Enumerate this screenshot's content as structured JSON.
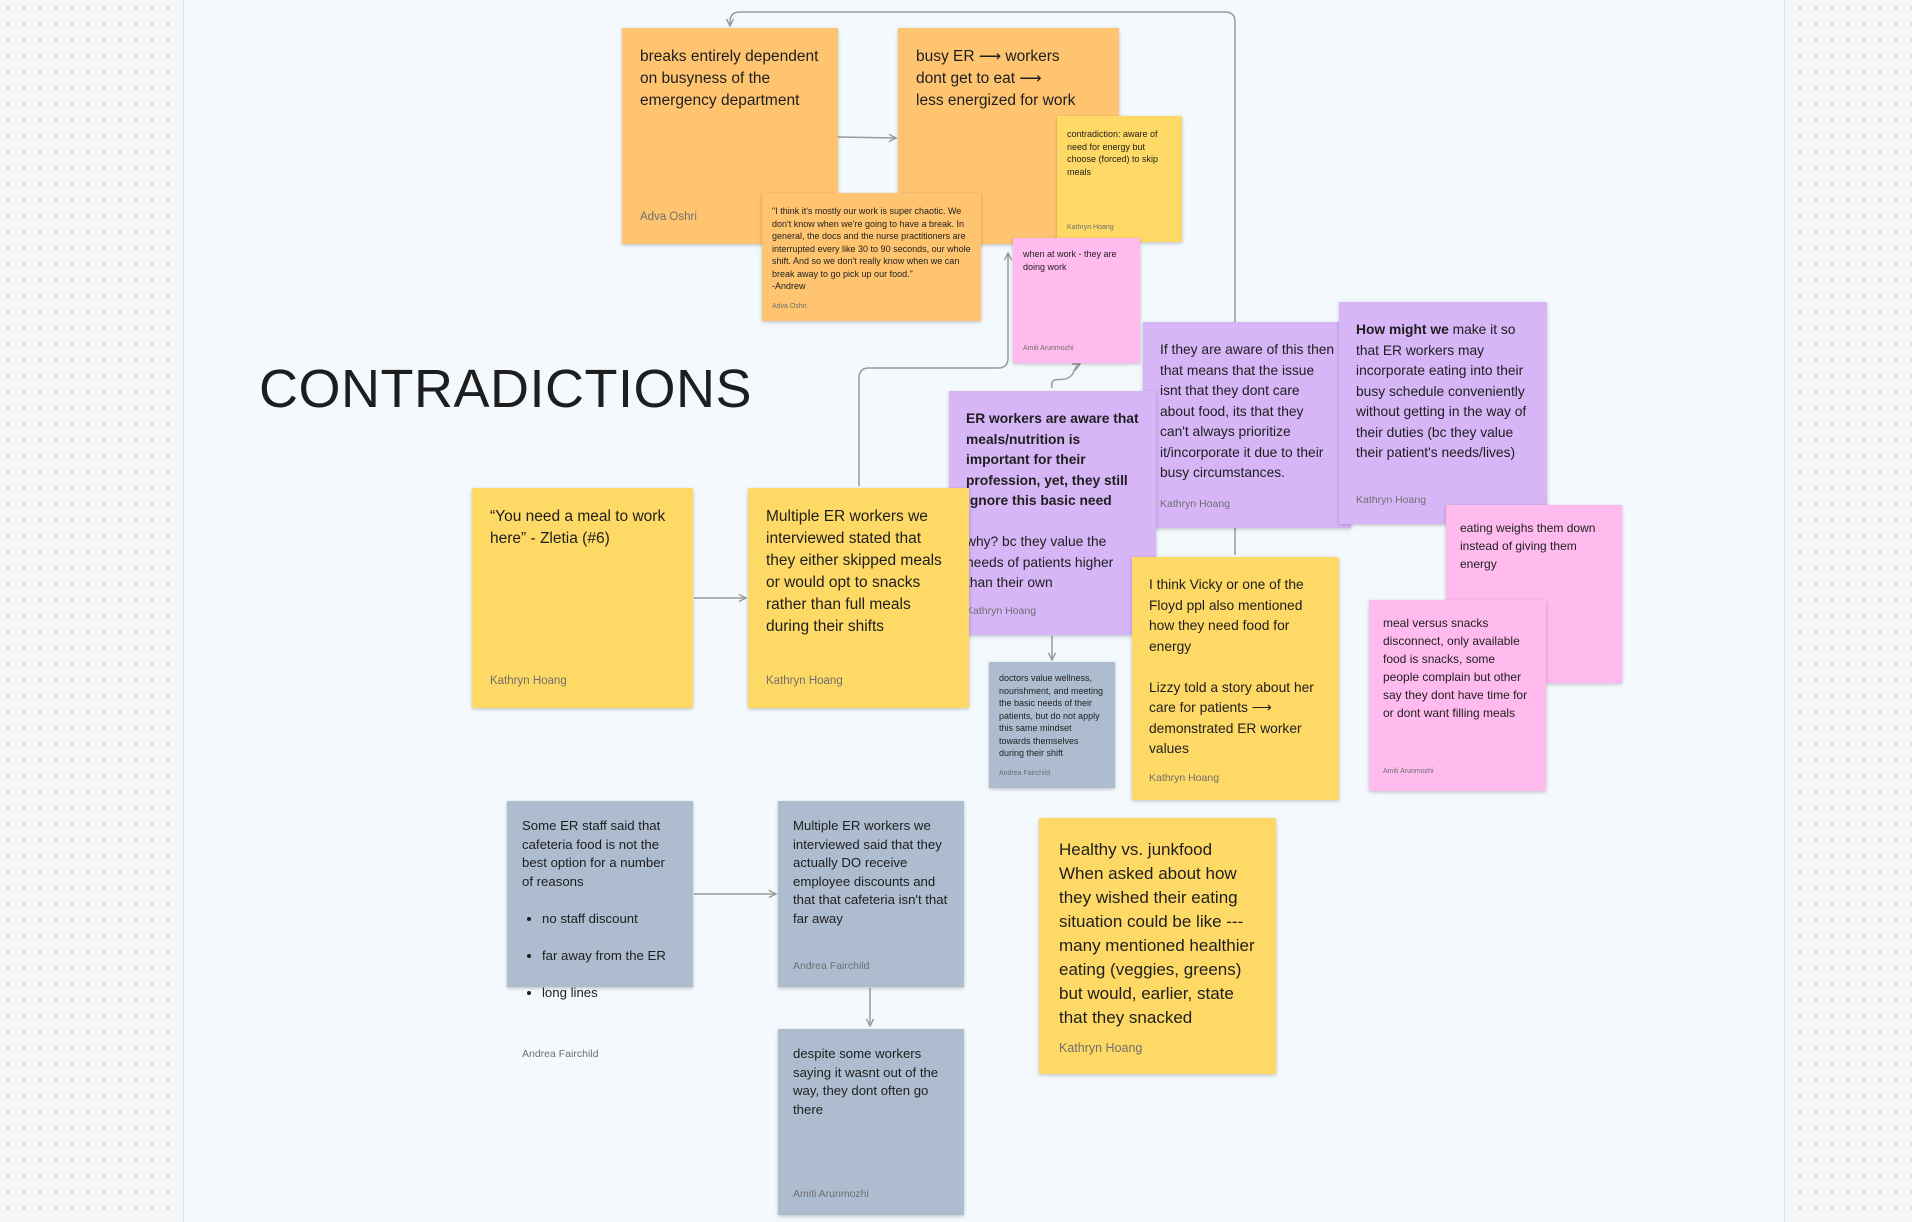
{
  "canvas": {
    "title": "CONTRADICTIONS"
  },
  "colors": {
    "orange": "#ffc470",
    "yellow": "#ffd966",
    "purple": "#d6b6f6",
    "pink": "#ffbbee",
    "grey": "#adbccf",
    "connector": "#9a9a9a"
  },
  "stickies": {
    "breaks": {
      "text": "breaks entirely dependent\non busyness of the\nemergency department",
      "author": "Adva Oshri"
    },
    "busy_er": {
      "text": "busy ER ⟶ workers\ndont get to eat ⟶\nless energized for work",
      "author": ""
    },
    "andrew_quote": {
      "text": "\"I think it's mostly our work is super chaotic. We don't know when we're going to have a break. In general, the docs and the nurse practitioners are interrupted every like 30 to 90 seconds, our whole shift. And so we don't really know when we can break away to go pick up our food.\"\n-Andrew",
      "author": "Adva Oshri"
    },
    "contradiction_aware": {
      "text": "contradiction: aware of need for energy but choose (forced) to skip meals",
      "author": "Kathryn Hoang"
    },
    "when_at_work": {
      "text": "when at work - they are doing work",
      "author": "Amiti Arunmozhi"
    },
    "if_aware": {
      "text": "If they are aware of this then that means that the issue isnt that they dont care about food, its that they can't always prioritize it/incorporate it due to their busy circumstances.",
      "author": "Kathryn Hoang"
    },
    "hmw": {
      "bold": "How might we",
      "text": " make it so that ER workers may incorporate eating into their busy schedule conveniently without getting in the way of their duties (bc they value their patient's needs/lives)",
      "author": "Kathryn Hoang"
    },
    "er_aware": {
      "bold": "ER workers are aware that meals/nutrition is important for their profession, yet, they still ignore this basic need",
      "text": "why? bc they value the needs of patients higher than their own",
      "author": "Kathryn Hoang"
    },
    "you_need_meal": {
      "text": "“You need a meal to work here” - Zletia (#6)",
      "author": "Kathryn Hoang"
    },
    "multiple_skipped": {
      "text": "Multiple ER workers we interviewed stated that they either skipped meals or would opt to snacks rather than full meals during their shifts",
      "author": "Kathryn Hoang"
    },
    "eating_weighs": {
      "text": "eating weighs them down instead of giving them energy",
      "author": ""
    },
    "vicky_floyd": {
      "text": "I think Vicky or one of the Floyd ppl also mentioned how they need food for energy\n\nLizzy told a story about her care for patients ⟶ demonstrated ER worker values",
      "author": "Kathryn Hoang"
    },
    "meal_vs_snacks": {
      "text": "meal versus snacks disconnect, only available food is snacks, some people complain but other say they dont have time for or dont want filling meals",
      "author": "Amiti Arunmozhi"
    },
    "doctors_value": {
      "text": "doctors value wellness, nourishment, and meeting the basic needs of their patients, but do not apply this same mindset towards themselves during their shift",
      "author": "Andrea Fairchild"
    },
    "cafeteria": {
      "text": "Some ER staff said that cafeteria food is not the best option for a number of reasons",
      "bullets": [
        "no staff discount",
        "far away from the ER",
        "long lines"
      ],
      "author": "Andrea Fairchild"
    },
    "discounts": {
      "text": "Multiple ER workers we interviewed said that they actually DO receive employee discounts and that that cafeteria isn't that far away",
      "author": "Andrea Fairchild"
    },
    "despite": {
      "text": "despite some workers saying it wasnt out of the way, they dont often go there",
      "author": "Amiti Arunmozhi"
    },
    "healthy_junk": {
      "text": "Healthy vs. junkfood\nWhen asked about how they wished their eating situation could be like ---many mentioned healthier eating (veggies, greens) but would, earlier, state that they snacked",
      "author": "Kathryn Hoang"
    }
  }
}
